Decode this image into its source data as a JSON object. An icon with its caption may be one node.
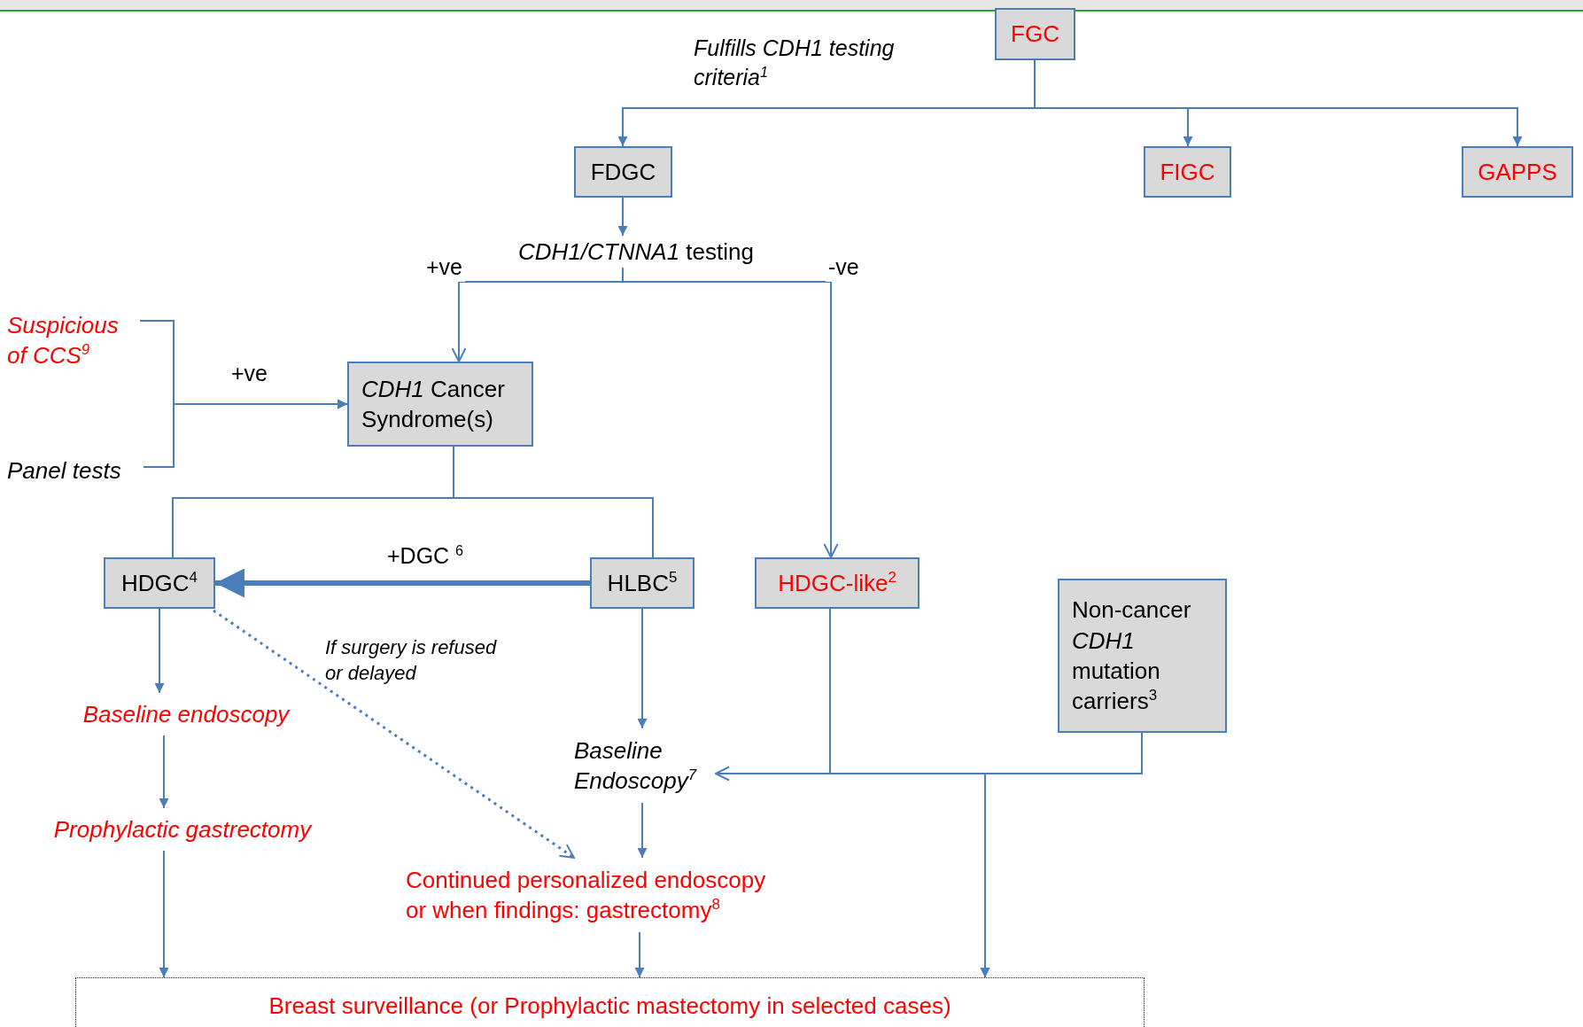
{
  "diagram": {
    "nodes": [
      {
        "text": [
          "FGC"
        ]
      },
      {
        "text": [
          "FDGC"
        ]
      },
      {
        "text": [
          "FIGC"
        ]
      },
      {
        "text": [
          "GAPPS"
        ]
      },
      {
        "text": [
          "*CDH1/CTNNA1* testing"
        ]
      },
      {
        "text": [
          "Suspicious of CCS$^{9}$"
        ]
      },
      {
        "text": [
          "Panel tests"
        ]
      },
      {
        "text": [
          "*CDH1* Cancer Syndrome(s)"
        ]
      },
      {
        "text": [
          "HDGC$^{4}$"
        ]
      },
      {
        "text": [
          "HLBC$^{5}$"
        ]
      },
      {
        "text": [
          "HDGC-like$^{2}$"
        ]
      },
      {
        "text": [
          "Non-cancer *CDH1* mutation carriers$^{3}$"
        ]
      },
      {
        "text": [
          "Baseline endoscopy"
        ]
      },
      {
        "text": [
          "Prophylactic gastrectomy"
        ]
      },
      {
        "text": [
          "Baseline Endoscopy$^{7}$"
        ]
      },
      {
        "text": [
          "Continued personalized endoscopy or when findings: gastrectomy$^{8}$"
        ]
      },
      {
        "text": [
          "Breast surveillance (or Prophylactic mastectomy in selected cases)"
        ]
      }
    ],
    "edges": [
      {
        "from": 0,
        "to": 1,
        "arrow": "to",
        "label": "Fulfills CDH1 testing criteria$^{1}$"
      },
      {
        "from": 0,
        "to": 2,
        "arrow": "to"
      },
      {
        "from": 0,
        "to": 3,
        "arrow": "to"
      },
      {
        "from": 1,
        "to": 4,
        "arrow": "to"
      },
      {
        "from": 4,
        "to": 7,
        "arrow": "to",
        "label": "+ve"
      },
      {
        "from": 4,
        "to": 10,
        "arrow": "to",
        "label": "-ve"
      },
      {
        "from": 5,
        "to": 7,
        "arrow": "to",
        "label": "+ve"
      },
      {
        "from": 6,
        "to": 7,
        "arrow": "to"
      },
      {
        "from": 7,
        "to": 8,
        "arrow": "none"
      },
      {
        "from": 7,
        "to": 9,
        "arrow": "none"
      },
      {
        "from": 9,
        "to": 8,
        "arrow": "to",
        "label": "+DGC $^{6}$",
        "style": "thick"
      },
      {
        "from": 8,
        "to": 15,
        "arrow": "to",
        "label": "If surgery is refused or delayed",
        "style": "dashed"
      },
      {
        "from": 8,
        "to": 12,
        "arrow": "to"
      },
      {
        "from": 12,
        "to": 13,
        "arrow": "to"
      },
      {
        "from": 13,
        "to": 16,
        "arrow": "to"
      },
      {
        "from": 9,
        "to": 14,
        "arrow": "to"
      },
      {
        "from": 10,
        "to": 14,
        "arrow": "to"
      },
      {
        "from": 11,
        "to": 14,
        "arrow": "to"
      },
      {
        "from": 14,
        "to": 15,
        "arrow": "to"
      },
      {
        "from": 15,
        "to": 16,
        "arrow": "to"
      },
      {
        "from": 10,
        "to": 16,
        "arrow": "to"
      },
      {
        "from": 11,
        "to": 16,
        "arrow": "to"
      }
    ]
  }
}
